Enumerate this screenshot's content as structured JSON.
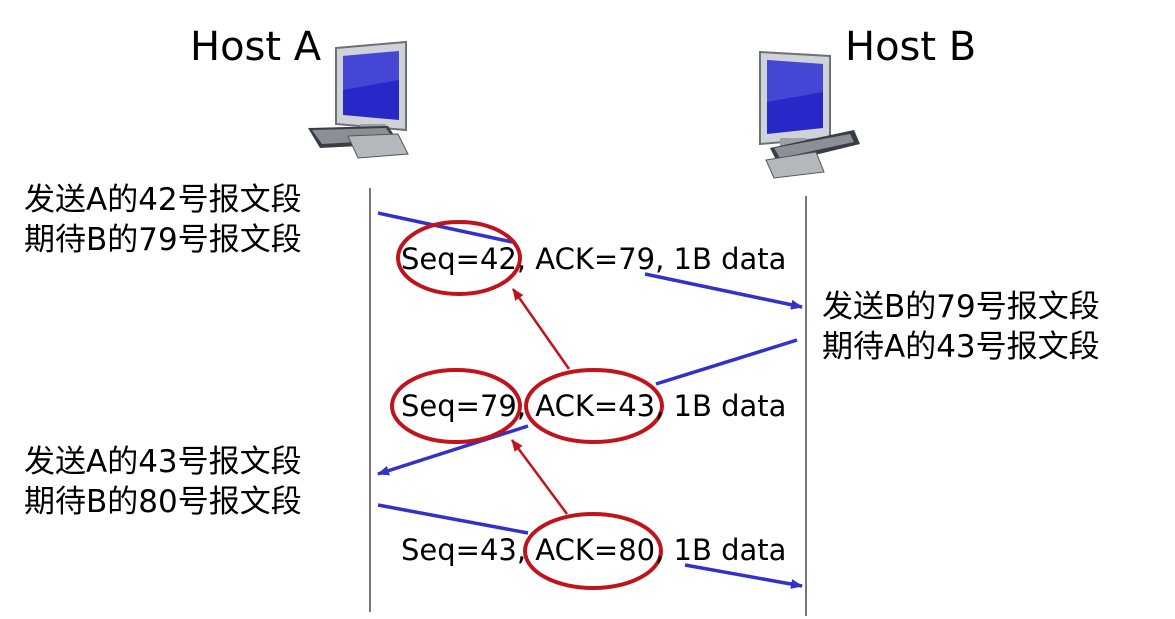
{
  "hosts": {
    "a": {
      "label": "Host A"
    },
    "b": {
      "label": "Host B"
    }
  },
  "annotations": {
    "a_first": [
      "发送A的42号报文段",
      "期待B的79号报文段"
    ],
    "b_reply": [
      "发送B的79号报文段",
      "期待A的43号报文段"
    ],
    "a_second": [
      "发送A的43号报文段",
      "期待B的80号报文段"
    ]
  },
  "segments": [
    {
      "seq": "Seq=42,",
      "ack": "ACK=79,",
      "data": "1B data"
    },
    {
      "seq": "Seq=79,",
      "ack": "ACK=43,",
      "data": "1B data"
    },
    {
      "seq": "Seq=43,",
      "ack": "ACK=80,",
      "data": "1B data"
    }
  ],
  "colors": {
    "message_arrow": "#3232c8",
    "highlight": "#c0141c",
    "timeline": "#777777",
    "monitor_screen": "#2828c8"
  },
  "icons": [
    "computer-icon-host-a",
    "computer-icon-host-b"
  ]
}
